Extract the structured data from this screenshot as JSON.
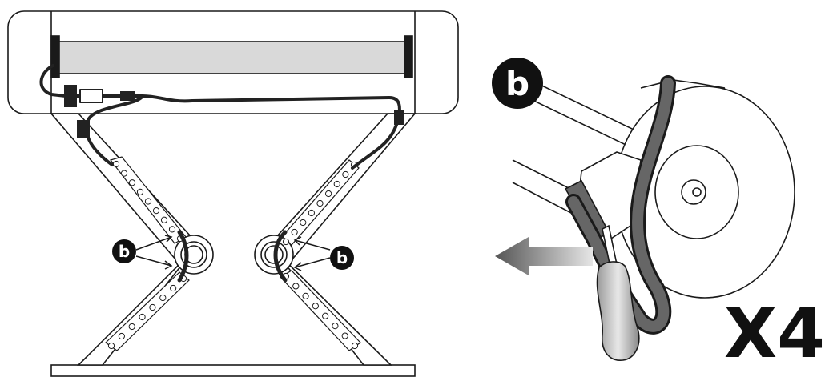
{
  "callouts": {
    "left_joint": "b",
    "right_joint": "b",
    "detail": "b"
  },
  "multiplier": "X4",
  "icons": [
    "cable-clip-icon",
    "flat-screwdriver-icon",
    "pull-direction-arrow-icon"
  ],
  "colors": {
    "line": "#1a1a1a",
    "panel_fill": "#d9d9d9",
    "cable": "#222222",
    "grommet_fill": "#666666",
    "arrow_dark": "#555555",
    "arrow_light": "#e6e6e6",
    "callout_fill": "#111111"
  }
}
